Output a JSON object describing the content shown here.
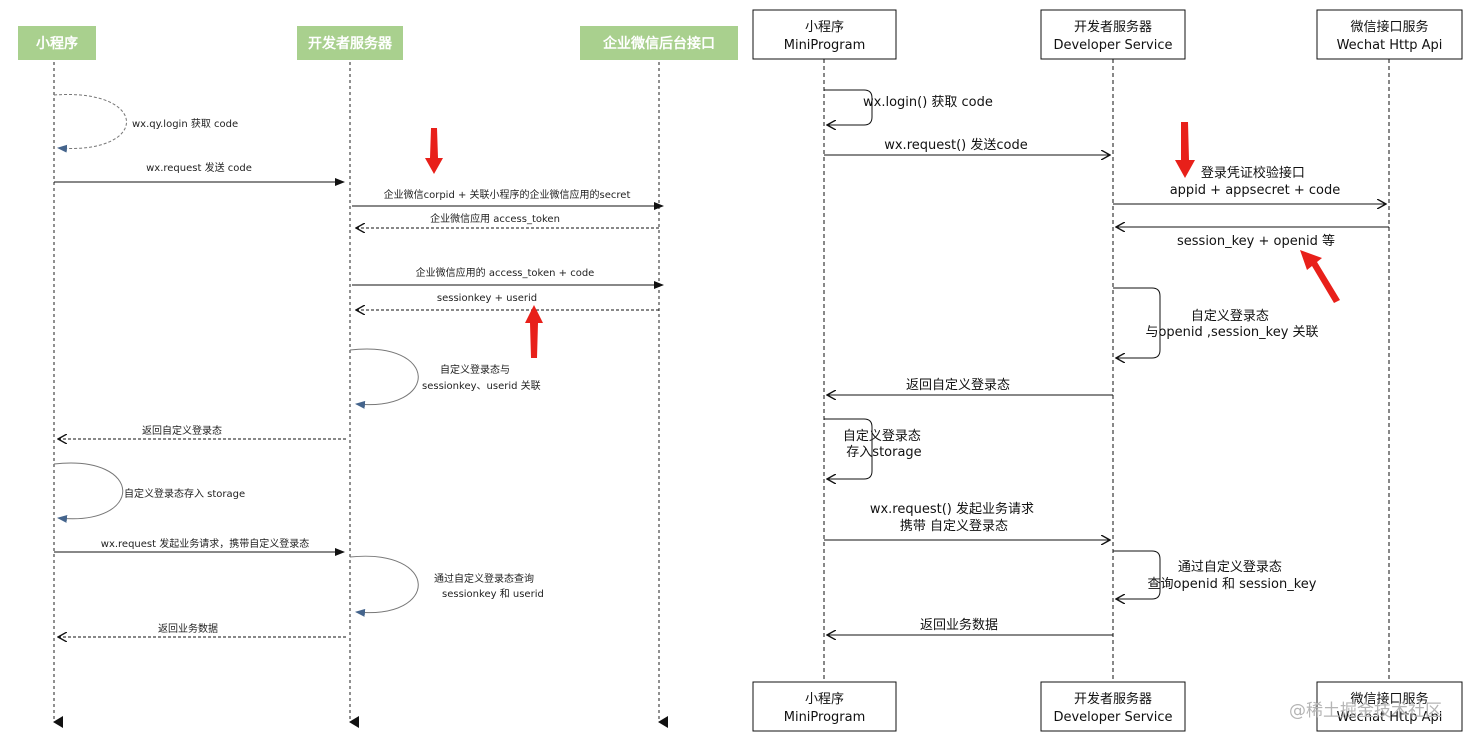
{
  "colors": {
    "header_green": "#a9d08e",
    "red_arrow": "#e8201a",
    "self_arrow_blue": "#44648c"
  },
  "left": {
    "participants": [
      "小程序",
      "开发者服务器",
      "企业微信后台接口"
    ],
    "self_calls": [
      {
        "text": "wx.qy.login 获取 code"
      },
      {
        "text": [
          "自定义登录态与",
          "sessionkey、userid 关联"
        ]
      },
      {
        "text": "自定义登录态存入 storage"
      },
      {
        "text": [
          "通过自定义登录态查询",
          "sessionkey 和 userid"
        ]
      }
    ],
    "messages": [
      {
        "text": "wx.request 发送 code"
      },
      {
        "text": "企业微信corpid + 关联小程序的企业微信应用的secret"
      },
      {
        "text": "企业微信应用 access_token"
      },
      {
        "text": "企业微信应用的 access_token + code"
      },
      {
        "text": "sessionkey + userid"
      },
      {
        "text": "返回自定义登录态"
      },
      {
        "text": "wx.request 发起业务请求，携带自定义登录态"
      },
      {
        "text": "返回业务数据"
      }
    ]
  },
  "right": {
    "participants": [
      {
        "name": "小程序",
        "sub": "MiniProgram"
      },
      {
        "name": "开发者服务器",
        "sub": "Developer Service"
      },
      {
        "name": "微信接口服务",
        "sub": "Wechat Http Api"
      }
    ],
    "self_calls": [
      {
        "text": "wx.login() 获取 code"
      },
      {
        "text": [
          "自定义登录态",
          "与openid ,session_key 关联"
        ]
      },
      {
        "text": [
          "自定义登录态",
          "存入storage"
        ]
      },
      {
        "text": [
          "通过自定义登录态",
          "查询openid 和 session_key"
        ]
      }
    ],
    "messages": [
      {
        "text": "wx.request() 发送code"
      },
      {
        "text": [
          "登录凭证校验接口",
          "appid + appsecret + code"
        ]
      },
      {
        "text": "session_key + openid 等"
      },
      {
        "text": "返回自定义登录态"
      },
      {
        "text": [
          "wx.request() 发起业务请求",
          "携带 自定义登录态"
        ]
      },
      {
        "text": "返回业务数据"
      }
    ]
  },
  "watermark": "@稀土掘金技术社区"
}
